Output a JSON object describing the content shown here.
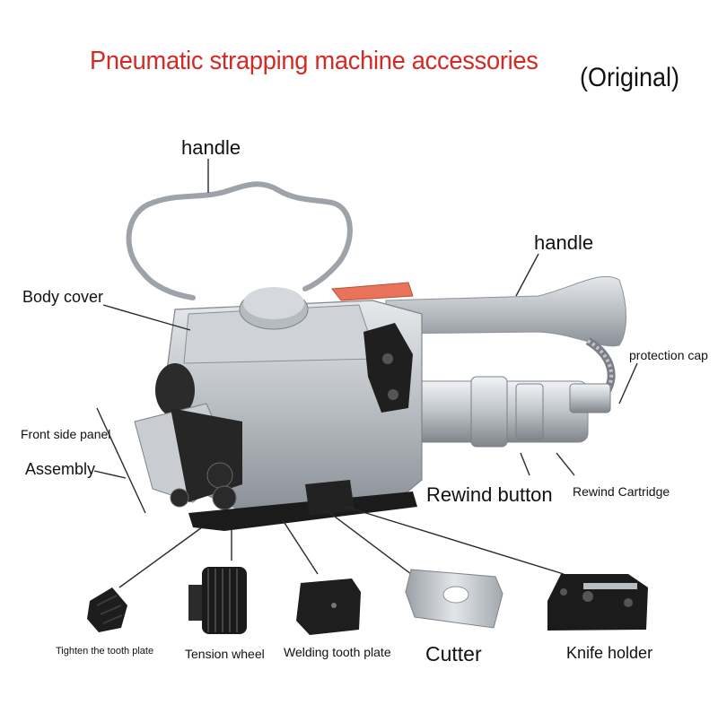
{
  "title": "Pneumatic strapping machine accessories",
  "subtitle": "(Original)",
  "labels": {
    "handle_top": "handle",
    "handle_right": "handle",
    "body_cover": "Body cover",
    "protection_cap": "protection cap",
    "front_side_panel": "Front side panel",
    "assembly": "Assembly",
    "rewind_button": "Rewind button",
    "rewind_cartridge": "Rewind Cartridge"
  },
  "accessories": [
    {
      "label": "Tighten the tooth plate",
      "icon": "tooth-plate-icon"
    },
    {
      "label": "Tension wheel",
      "icon": "tension-wheel-icon"
    },
    {
      "label": "Welding tooth plate",
      "icon": "welding-plate-icon"
    },
    {
      "label": "Cutter",
      "icon": "cutter-icon"
    },
    {
      "label": "Knife holder",
      "icon": "knife-holder-icon"
    }
  ],
  "colors": {
    "title": "#d42a24",
    "body": "#b9bec4",
    "dark_parts": "#1c1c1c",
    "lever": "#e8735a"
  }
}
